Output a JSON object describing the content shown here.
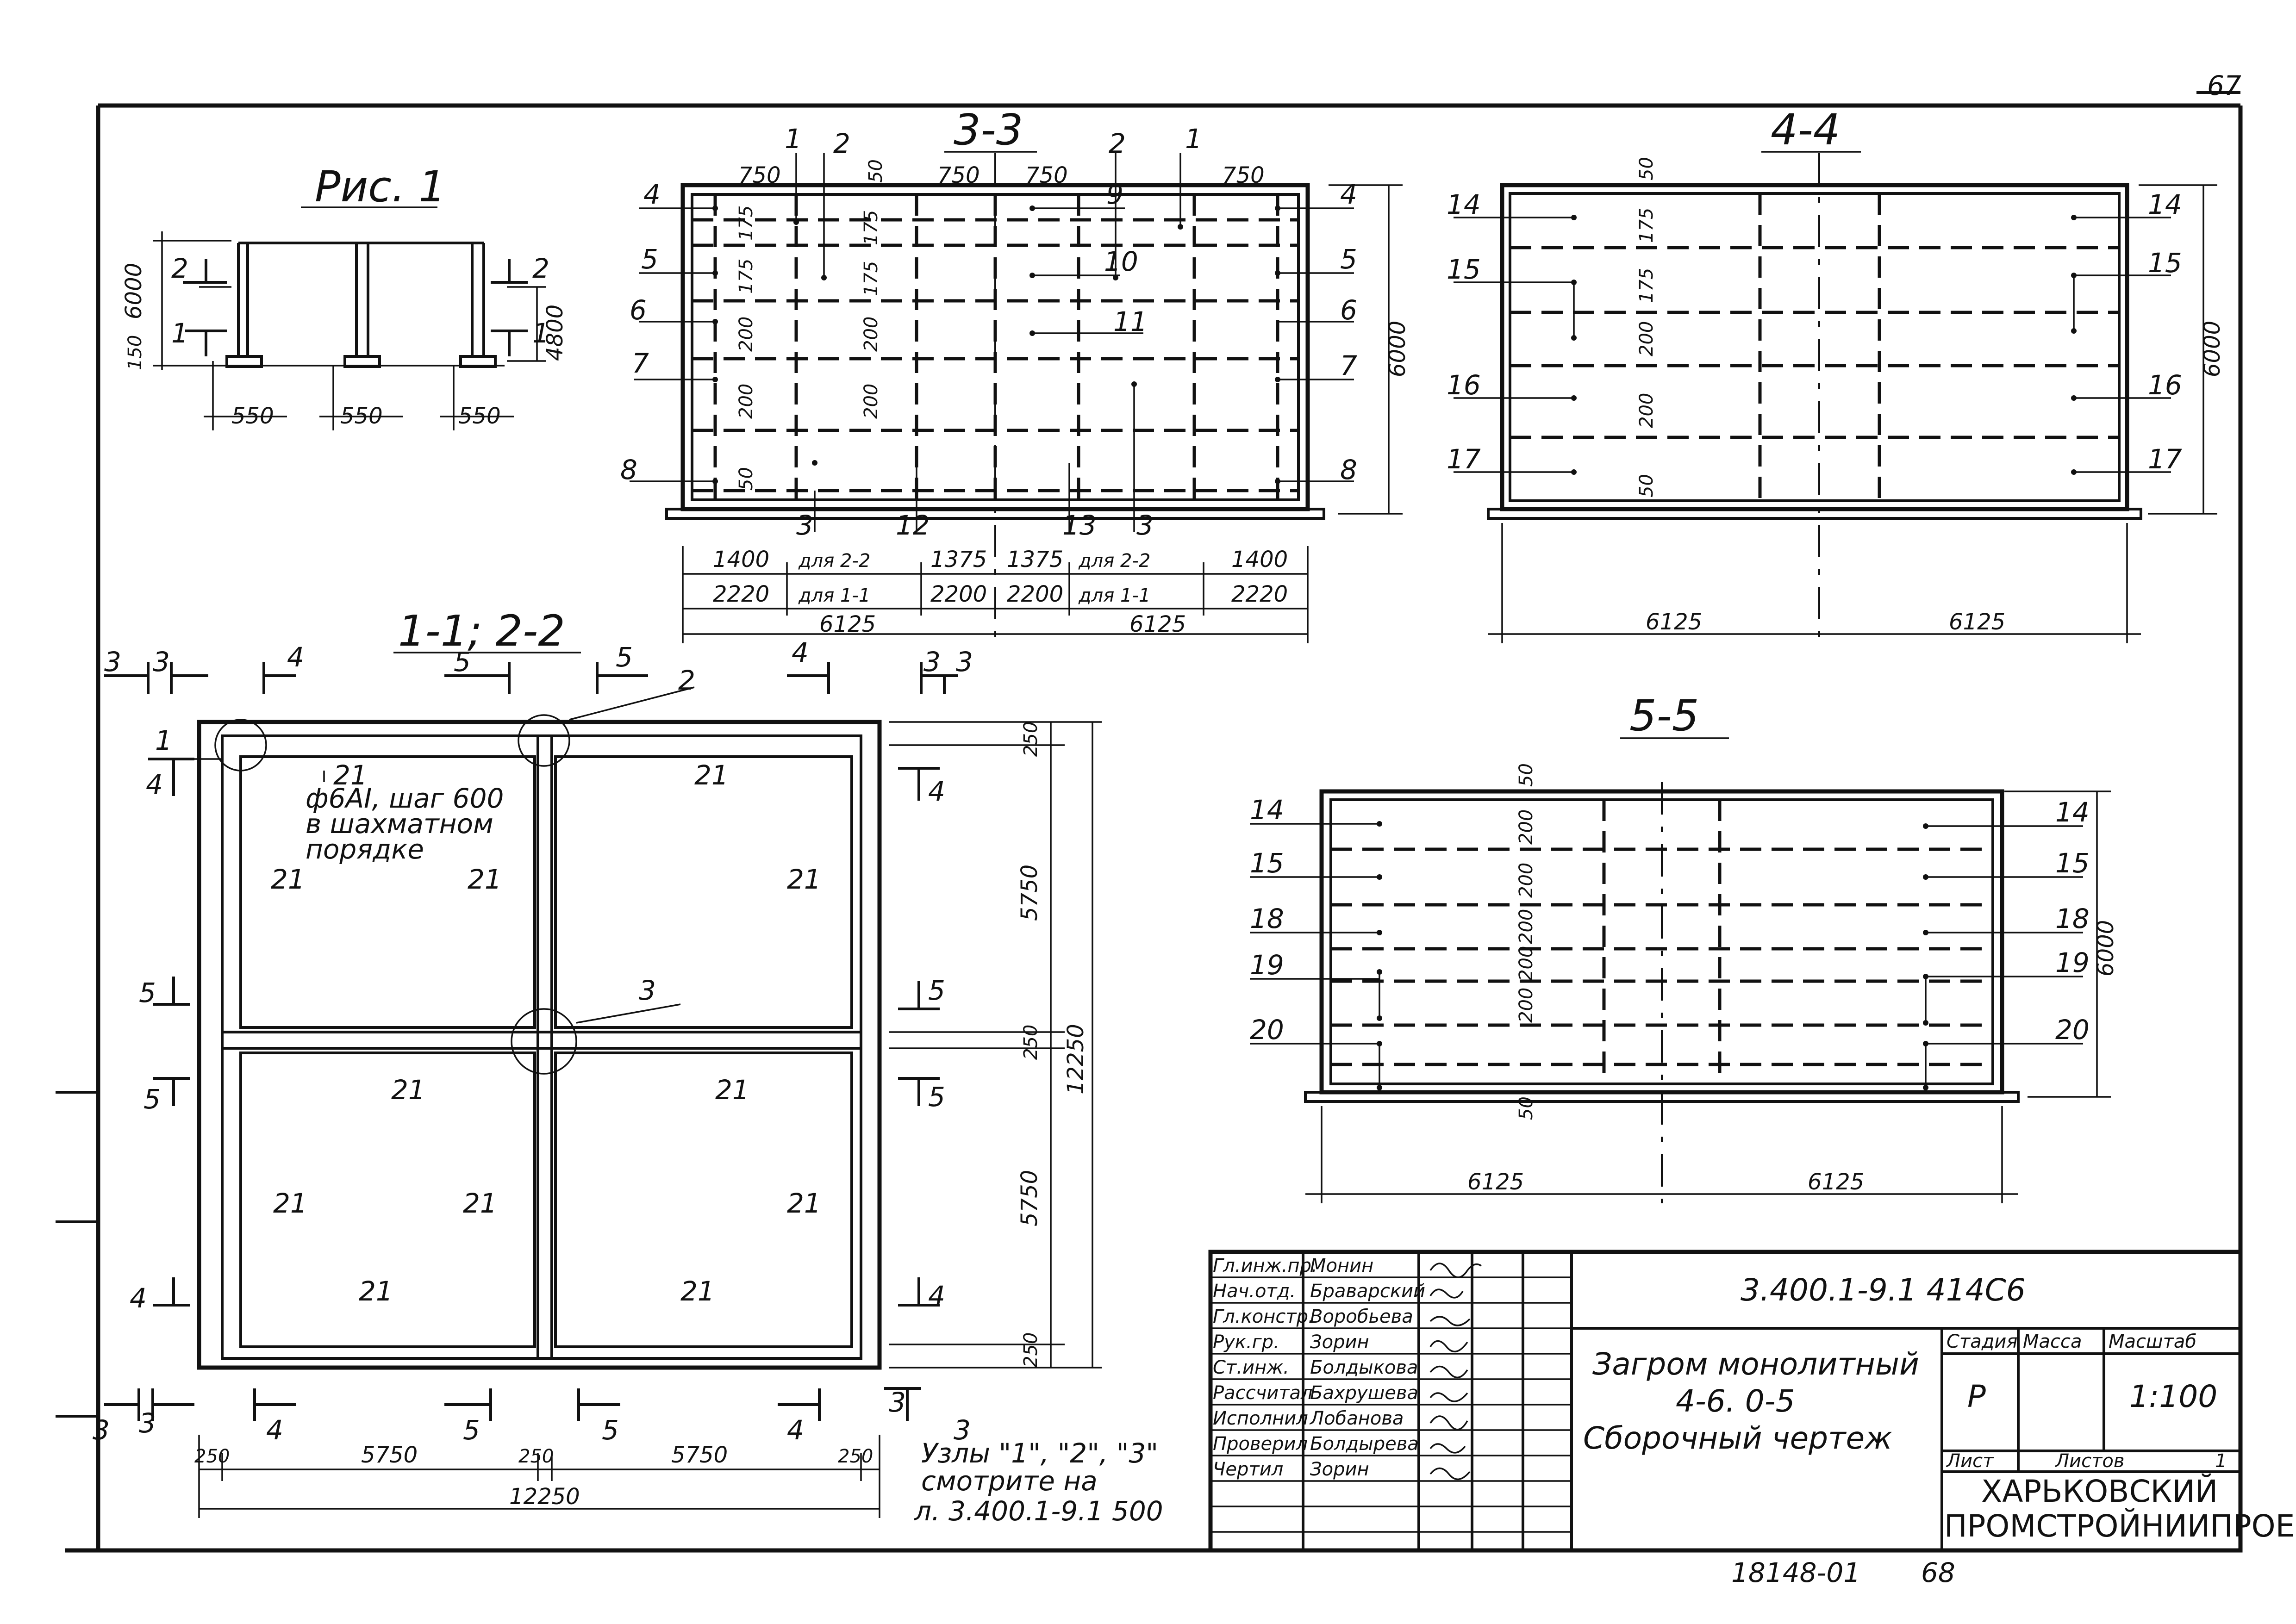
{
  "sheet": {
    "page_number": "67",
    "bottom_note": "18148-01",
    "bottom_note2": "68"
  },
  "fig1": {
    "title": "Рис. 1",
    "dims": [
      "6000",
      "150",
      "4800",
      "550",
      "550",
      "550"
    ],
    "section_marks": [
      "2",
      "1",
      "2",
      "1"
    ]
  },
  "s33": {
    "title": "3-3",
    "top_dims": [
      "750",
      "750",
      "750",
      "750",
      "50"
    ],
    "top_callouts": [
      "1",
      "2",
      "2",
      "1"
    ],
    "left_callouts": [
      "4",
      "5",
      "6",
      "7",
      "8"
    ],
    "right_callouts": [
      "4",
      "5",
      "6",
      "7",
      "8"
    ],
    "inner_callouts": [
      "9",
      "10",
      "11"
    ],
    "bottom_callouts": [
      "3",
      "12",
      "13",
      "3"
    ],
    "vert_dims": [
      "175",
      "175",
      "200",
      "200",
      "50",
      "175",
      "200",
      "200",
      "175"
    ],
    "height": "6000",
    "row1": [
      "1400",
      "для 2-2",
      "1375",
      "1375",
      "для 2-2",
      "1400"
    ],
    "row2": [
      "2220",
      "для 1-1",
      "2200",
      "2200",
      "для 1-1",
      "2220"
    ],
    "row3": [
      "6125",
      "6125"
    ]
  },
  "s44": {
    "title": "4-4",
    "left_callouts": [
      "14",
      "15",
      "16",
      "17"
    ],
    "right_callouts": [
      "14",
      "15",
      "16",
      "17"
    ],
    "vert_dims": [
      "50",
      "175",
      "175",
      "200",
      "200",
      "50"
    ],
    "height": "6000",
    "bottom": [
      "6125",
      "6125"
    ]
  },
  "s55": {
    "title": "5-5",
    "left_callouts": [
      "14",
      "15",
      "18",
      "19",
      "20"
    ],
    "right_callouts": [
      "14",
      "15",
      "18",
      "19",
      "20"
    ],
    "vert_dims": [
      "50",
      "200",
      "200",
      "200",
      "200",
      "200",
      "50"
    ],
    "height": "6000",
    "bottom": [
      "6125",
      "6125"
    ]
  },
  "plan": {
    "title": "1-1; 2-2",
    "note": [
      "ф6АI, шаг 600",
      "в шахматном",
      "порядке"
    ],
    "callouts": [
      "1",
      "2",
      "3"
    ],
    "rebar_label": "21",
    "sec_marks": [
      "3",
      "3",
      "4",
      "5",
      "5",
      "4",
      "3",
      "3",
      "4",
      "4",
      "5",
      "5",
      "5",
      "5",
      "4",
      "4",
      "3",
      "3",
      "4",
      "5",
      "5",
      "4",
      "3",
      "3"
    ],
    "right_dims": [
      "250",
      "5750",
      "250",
      "5750",
      "250"
    ],
    "total": "12250",
    "bottom_dims": [
      "250",
      "5750",
      "250",
      "5750",
      "250"
    ],
    "nodes_note": [
      "Узлы \"1\", \"2\", \"3\"",
      "смотрите на",
      "л. 3.400.1-9.1 500"
    ]
  },
  "title_block": {
    "designation": "3.400.1-9.1 414С6",
    "name_lines": [
      "Загром монолитный",
      "4-6. 0-5",
      "Сборочный чертеж"
    ],
    "roles": [
      "Гл.инж.пр.",
      "Нач.отд.",
      "Гл.констр.",
      "Рук.гр.",
      "Ст.инж.",
      "Рассчитал",
      "Исполнил",
      "Проверил",
      "Чертил"
    ],
    "names": [
      "Монин",
      "Браварский",
      "Воробьева",
      "Зорин",
      "Болдыкова",
      "Бахрушева",
      "Лобанова",
      "Болдырева",
      "Зорин"
    ],
    "head": [
      "Стадия",
      "Масса",
      "Масштаб"
    ],
    "stage": "Р",
    "scale": "1:100",
    "sheet_label": "Лист",
    "sheets_label": "Листов",
    "sheets_value": "1",
    "org_line1": "ХАРЬКОВСКИЙ",
    "org_line2": "ПРОМСТРОЙНИИПРОЕКТ"
  }
}
